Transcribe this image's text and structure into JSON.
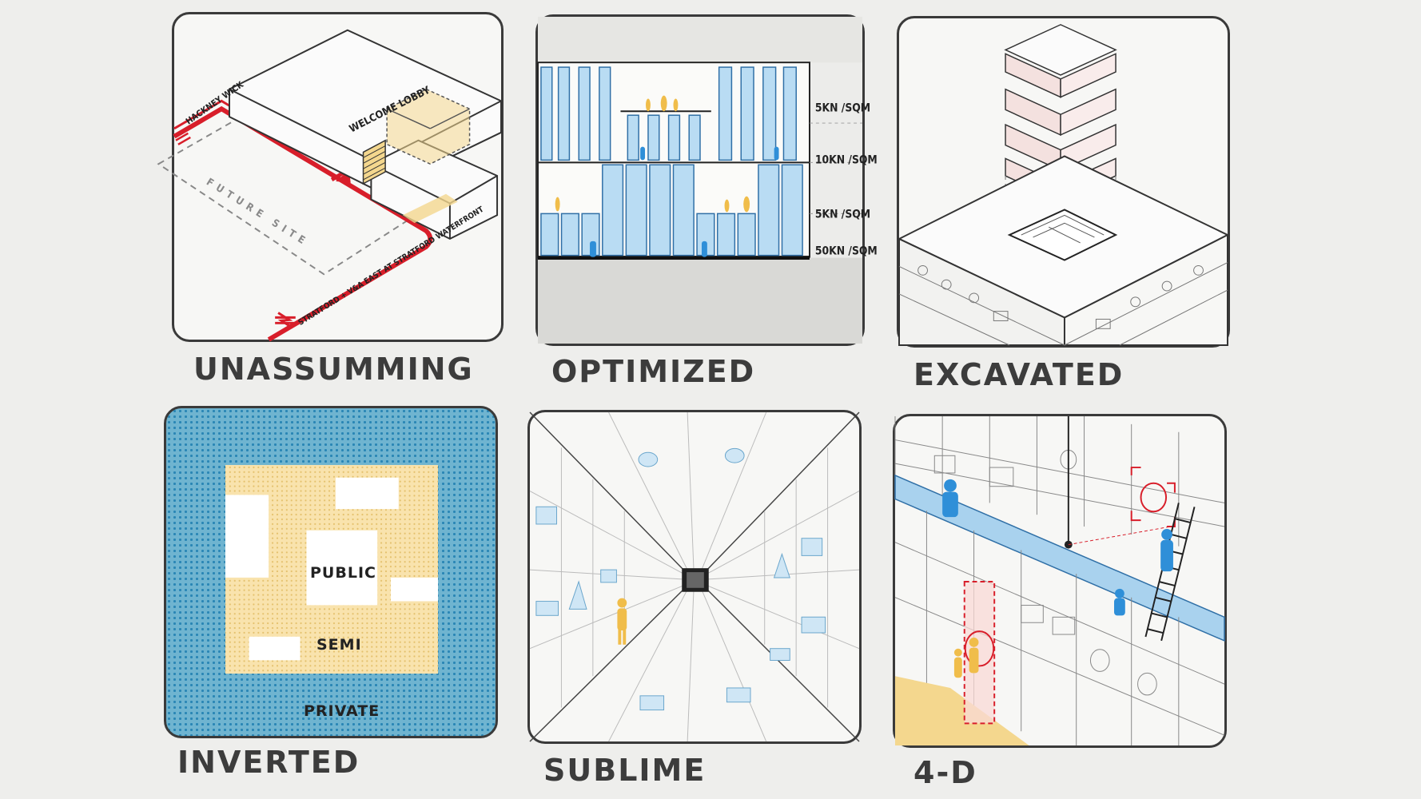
{
  "colors": {
    "background": "#eeeeec",
    "line": "#2f2f2f",
    "blue": "#2f8fd8",
    "light_blue": "#a9d2ee",
    "yellow": "#f4d78e",
    "red": "#d81e2a"
  },
  "panels": [
    {
      "caption": "UNASSUMMING",
      "labels": {
        "hackney_wick": "HACKNEY WICK",
        "welcome_lobby": "WELCOME LOBBY",
        "future_site": "FUTURE SITE",
        "stratford": "STRATFORD + V&A EAST AT STRATFORD WATERFRONT"
      }
    },
    {
      "caption": "OPTIMIZED",
      "loads": [
        "5KN /SQM",
        "10KN /SQM",
        "5KN /SQM",
        "50KN /SQM"
      ]
    },
    {
      "caption": "EXCAVATED"
    },
    {
      "caption": "INVERTED",
      "zones": {
        "public": "PUBLIC",
        "semi": "SEMI",
        "private": "PRIVATE"
      }
    },
    {
      "caption": "SUBLIME"
    },
    {
      "caption": "4-D"
    }
  ]
}
